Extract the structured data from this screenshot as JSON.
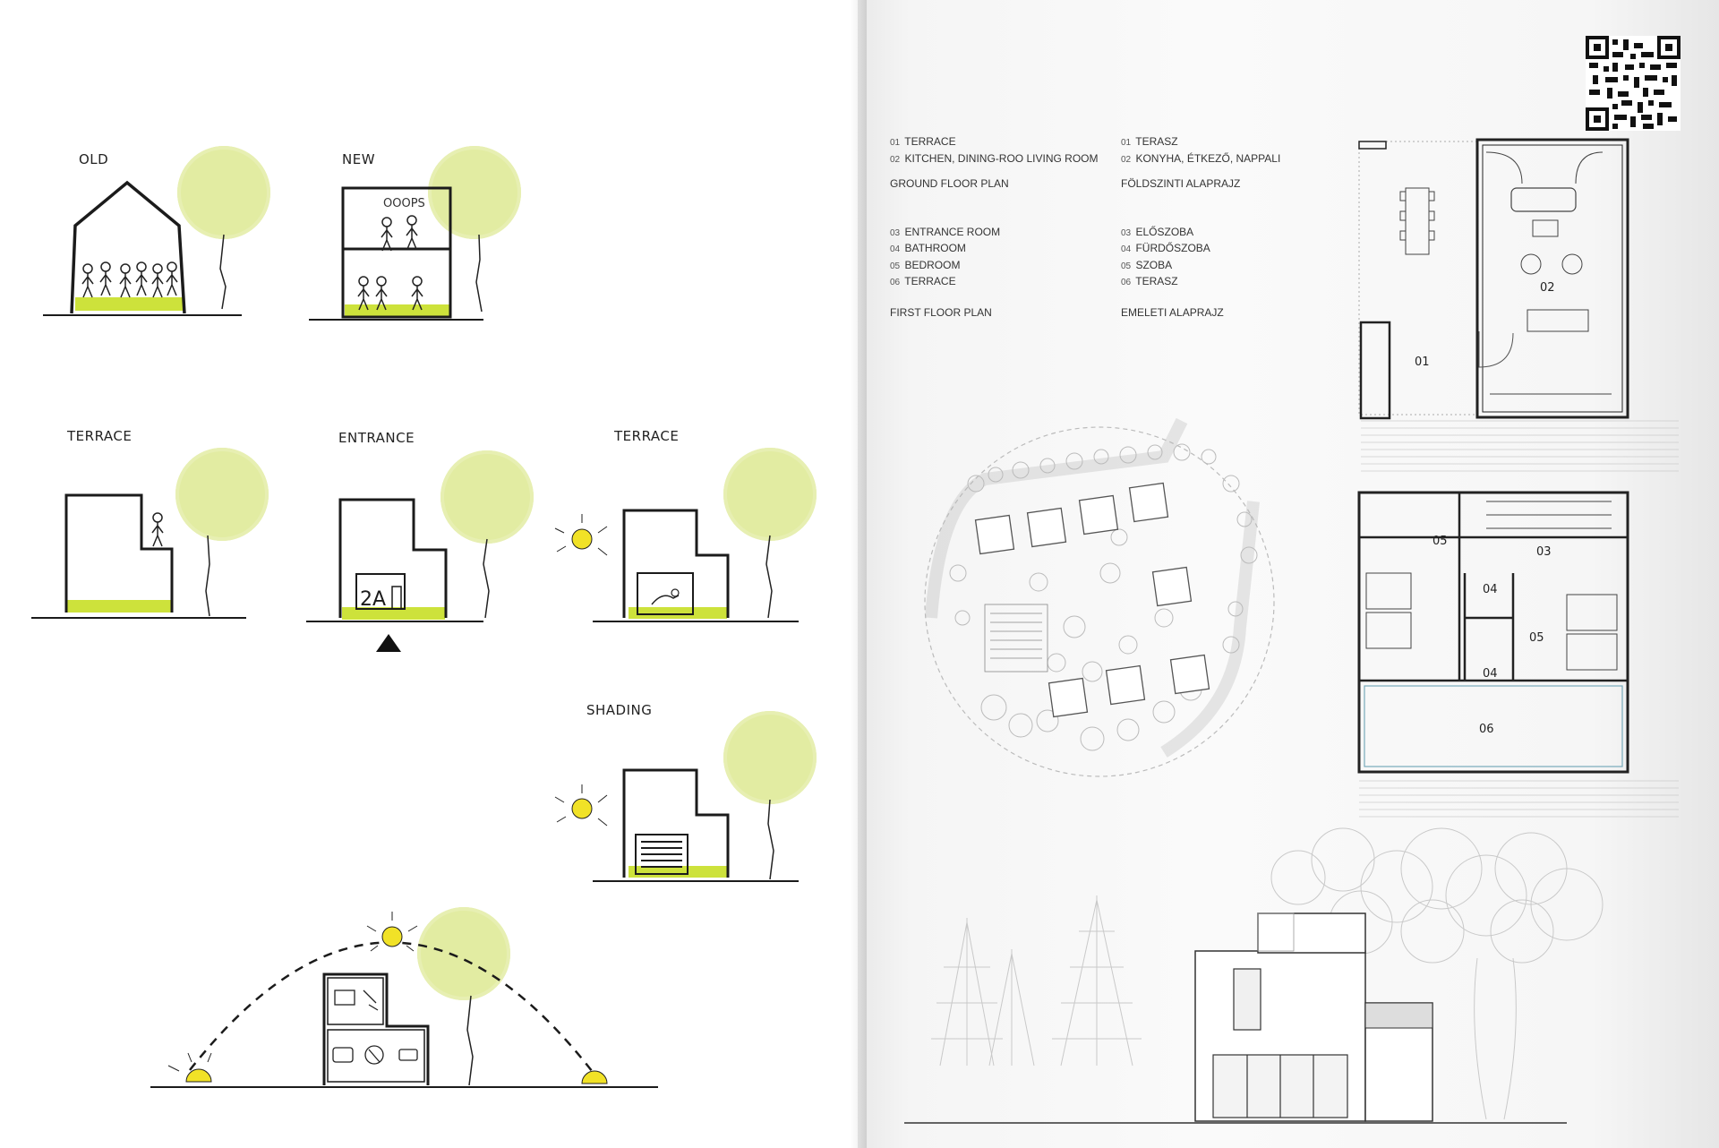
{
  "diagrams": {
    "old_label": "OLD",
    "new_label": "NEW",
    "oops_label": "OOOPS",
    "terrace_left_label": "TERRACE",
    "entrance_label": "ENTRANCE",
    "entrance_house_number": "2A",
    "terrace_right_label": "TERRACE",
    "shading_label": "SHADING"
  },
  "legend_en": {
    "ground": [
      "TERRACE",
      "KITCHEN,  DINING-ROO LIVING ROOM"
    ],
    "ground_nums": [
      "01",
      "02"
    ],
    "ground_title": "GROUND FLOOR PLAN",
    "first": [
      "ENTRANCE ROOM",
      "BATHROOM",
      "BEDROOM",
      "TERRACE"
    ],
    "first_nums": [
      "03",
      "04",
      "05",
      "06"
    ],
    "first_title": "FIRST FLOOR PLAN"
  },
  "legend_hu": {
    "ground": [
      "TERASZ",
      "KONYHA, ÉTKEZŐ, NAPPALI"
    ],
    "ground_nums": [
      "01",
      "02"
    ],
    "ground_title": "FÖLDSZINTI ALAPRAJZ",
    "first": [
      "ELŐSZOBA",
      "FÜRDŐSZOBA",
      "SZOBA",
      "TERASZ"
    ],
    "first_nums": [
      "03",
      "04",
      "05",
      "06"
    ],
    "first_title": "EMELETI ALAPRAJZ"
  },
  "ground_plan_labels": {
    "terrace": "01",
    "living": "02"
  },
  "first_plan_labels": {
    "bed_left": "05",
    "entrance": "03",
    "bath_top": "04",
    "bath_bottom": "04",
    "bed_right": "05",
    "terrace": "06"
  },
  "colors": {
    "tree": "#e2eca2",
    "grass": "#cde23b",
    "sun": "#f1e227",
    "ink": "#1b1b1b",
    "plan": "#333333"
  }
}
